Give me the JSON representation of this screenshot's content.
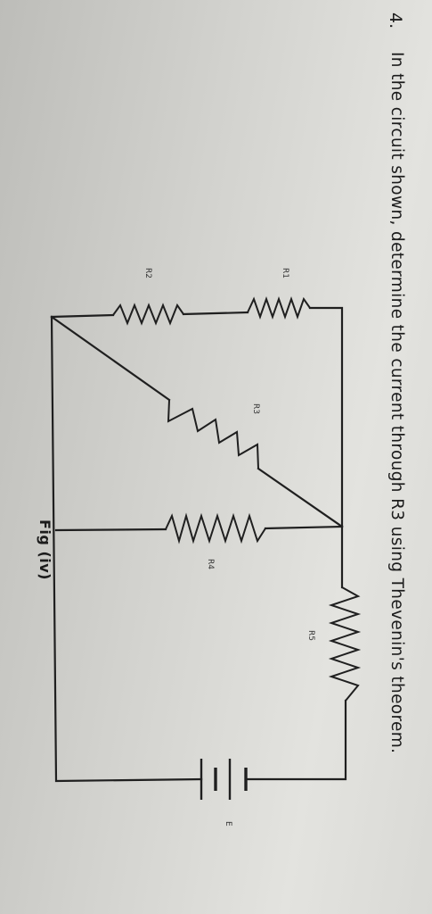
{
  "question": {
    "number": "4.",
    "text": "In the circuit shown, determine the current through R3 using Thevenin's theorem."
  },
  "figure": {
    "caption": "Fig (iv)",
    "components": {
      "r1": "R1",
      "r2": "R2",
      "r3": "R3",
      "r4": "R4",
      "r5": "R5",
      "source": "E"
    }
  }
}
